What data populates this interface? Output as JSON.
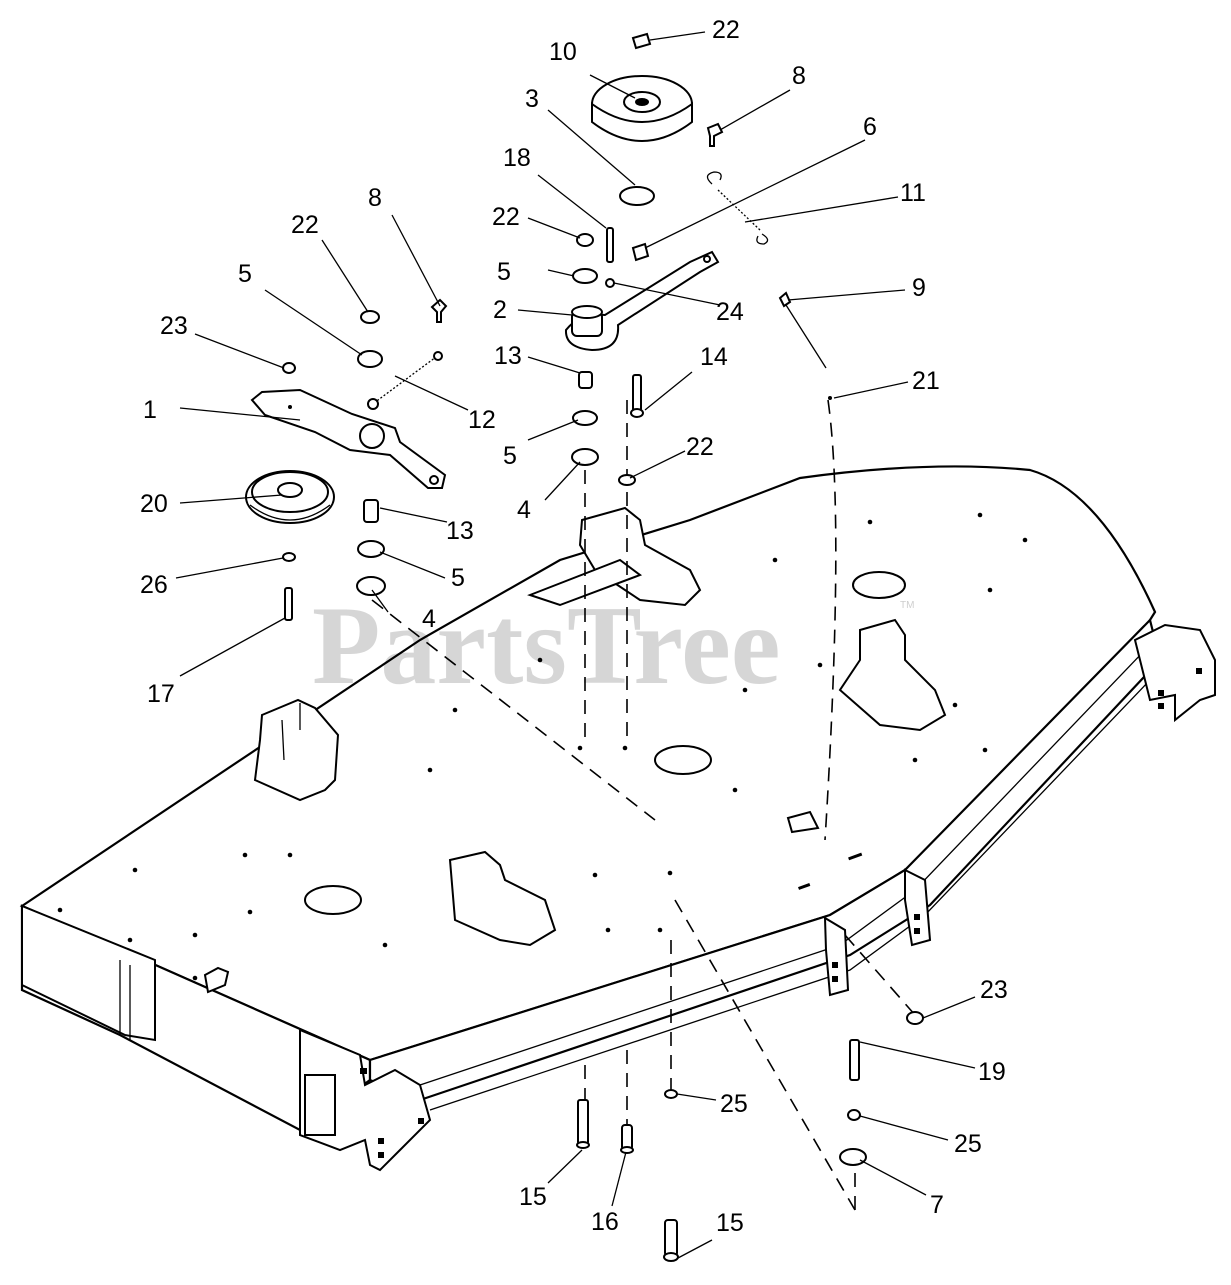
{
  "watermark": {
    "text": "PartsTree",
    "tm": "TM"
  },
  "callouts": [
    {
      "id": "c1",
      "label": "1"
    },
    {
      "id": "c2",
      "label": "2"
    },
    {
      "id": "c3",
      "label": "3"
    },
    {
      "id": "c4a",
      "label": "4"
    },
    {
      "id": "c4b",
      "label": "4"
    },
    {
      "id": "c5a",
      "label": "5"
    },
    {
      "id": "c5b",
      "label": "5"
    },
    {
      "id": "c5c",
      "label": "5"
    },
    {
      "id": "c5d",
      "label": "5"
    },
    {
      "id": "c6",
      "label": "6"
    },
    {
      "id": "c7",
      "label": "7"
    },
    {
      "id": "c8a",
      "label": "8"
    },
    {
      "id": "c8b",
      "label": "8"
    },
    {
      "id": "c9",
      "label": "9"
    },
    {
      "id": "c10",
      "label": "10"
    },
    {
      "id": "c11",
      "label": "11"
    },
    {
      "id": "c12",
      "label": "12"
    },
    {
      "id": "c13a",
      "label": "13"
    },
    {
      "id": "c13b",
      "label": "13"
    },
    {
      "id": "c14",
      "label": "14"
    },
    {
      "id": "c15a",
      "label": "15"
    },
    {
      "id": "c15b",
      "label": "15"
    },
    {
      "id": "c16",
      "label": "16"
    },
    {
      "id": "c17",
      "label": "17"
    },
    {
      "id": "c18",
      "label": "18"
    },
    {
      "id": "c19",
      "label": "19"
    },
    {
      "id": "c20",
      "label": "20"
    },
    {
      "id": "c21",
      "label": "21"
    },
    {
      "id": "c22a",
      "label": "22"
    },
    {
      "id": "c22b",
      "label": "22"
    },
    {
      "id": "c22c",
      "label": "22"
    },
    {
      "id": "c22d",
      "label": "22"
    },
    {
      "id": "c23a",
      "label": "23"
    },
    {
      "id": "c23b",
      "label": "23"
    },
    {
      "id": "c24",
      "label": "24"
    },
    {
      "id": "c25a",
      "label": "25"
    },
    {
      "id": "c25b",
      "label": "25"
    },
    {
      "id": "c26",
      "label": "26"
    }
  ]
}
